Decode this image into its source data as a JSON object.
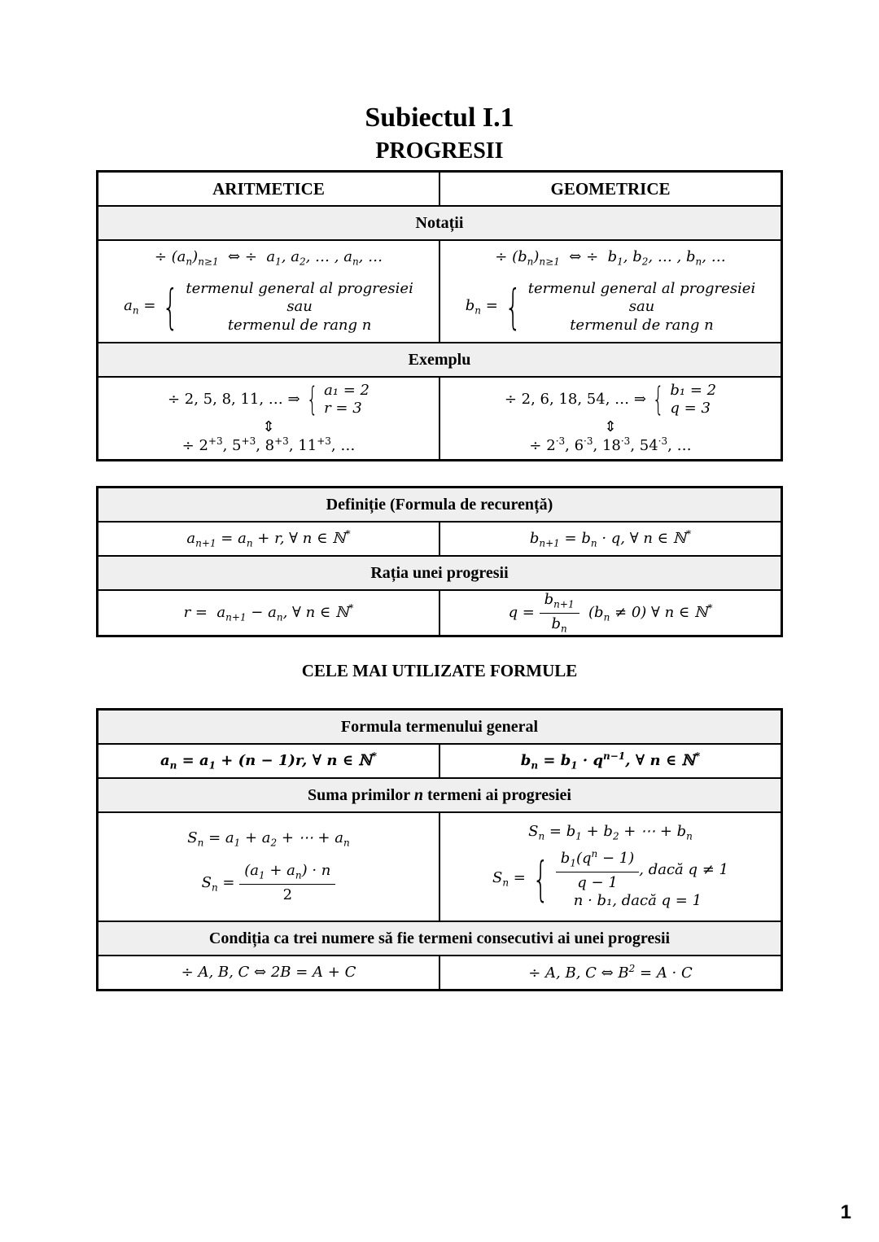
{
  "title": "Subiectul I.1",
  "subtitle": "PROGRESII",
  "table1": {
    "col_left": "ARITMETICE",
    "col_right": "GEOMETRICE",
    "sec_notatii": "Notații",
    "notation_left": "÷ (a",
    "notation_right": "÷ (b",
    "general_term_line1": "termenul general al progresiei",
    "general_term_line2": "sau",
    "general_term_line3": "termenul de rang n",
    "sec_exemplu": "Exemplu",
    "example_left_seq": "÷ 2, 5, 8, 11, … ⇒",
    "example_left_a1": "a₁ = 2",
    "example_left_r": "r = 3",
    "example_right_seq": "÷ 2, 6, 18, 54, … ⇒",
    "example_right_b1": "b₁ = 2",
    "example_right_q": "q = 3",
    "equiv_arrow": "⇕"
  },
  "table2": {
    "sec_definitie": "Definiție (Formula de recurență)",
    "sec_ratia": "Rația unei progresii"
  },
  "section_heading": "CELE MAI UTILIZATE FORMULE",
  "table3": {
    "sec_formula_general": "Formula termenului general",
    "sec_suma": "Suma primilor n termeni ai progresiei",
    "sec_conditia": "Condiția ca trei numere să fie termeni consecutivi ai unei progresii",
    "cond_left": "÷ A, B, C ⇔ 2B = A + C",
    "cond_right_pre": "÷ A, B, C ⇔ B",
    "cond_right_post": " = A · C",
    "daca_neq": ", dacă q ≠ 1",
    "daca_eq": "n · b₁, dacă q = 1"
  },
  "page_number": "1"
}
